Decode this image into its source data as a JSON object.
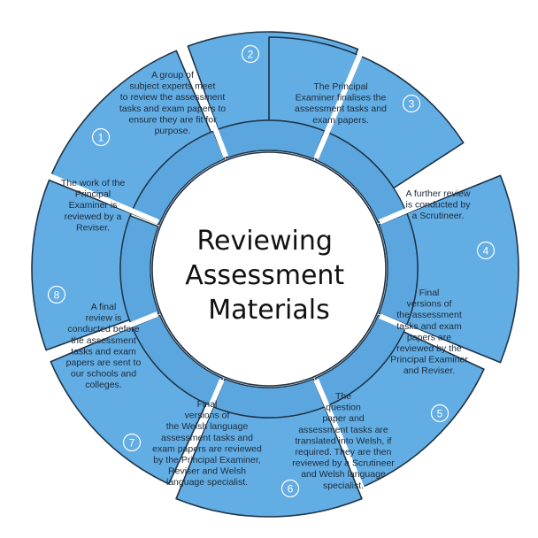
{
  "title": {
    "lines": [
      "Reviewing",
      "Assessment",
      "Materials"
    ]
  },
  "colors": {
    "segment_fill": "#62ade3",
    "inner_ring_fill": "#5ba6de",
    "outline": "#1f3346",
    "gap": "#ffffff",
    "center_fill": "#ffffff",
    "number_color": "#ffffff"
  },
  "steps": [
    {
      "number": "1",
      "lines": [
        "The work of the",
        "Principal",
        "Examiner is",
        "reviewed by a",
        "Reviser."
      ]
    },
    {
      "number": "2",
      "lines": [
        "A group of",
        "subject experts meet",
        "to review the assessment",
        "tasks and exam papers to",
        "ensure they are fit for",
        "purpose."
      ]
    },
    {
      "number": "3",
      "lines": [
        "The Principal",
        "Examiner finalises the",
        "assessment tasks and",
        "exam papers."
      ]
    },
    {
      "number": "4",
      "lines": [
        "A further review",
        "is conducted by",
        "a Scrutineer."
      ]
    },
    {
      "number": "5",
      "lines": [
        "Final",
        "versions of",
        "the assessment",
        "tasks and exam",
        "papers are",
        "reviewed by the",
        "Principal Examiner",
        "and Reviser."
      ]
    },
    {
      "number": "6",
      "lines": [
        "The",
        "question",
        "paper and",
        "assessment tasks are",
        "translated into Welsh, if",
        "required. They are then",
        "reviewed by a Scrutineer",
        "and Welsh language",
        "specialist."
      ]
    },
    {
      "number": "7",
      "lines": [
        "Final",
        "versions of",
        "the Welsh language",
        "assessment tasks and",
        "exam papers are reviewed",
        "by the Principal Examiner,",
        "Reviser and Welsh",
        "language specialist."
      ]
    },
    {
      "number": "8",
      "lines": [
        "A final",
        "review is",
        "conducted before",
        "the assessment",
        "tasks and exam",
        "papers are sent to",
        "our schools and",
        "colleges."
      ]
    }
  ]
}
